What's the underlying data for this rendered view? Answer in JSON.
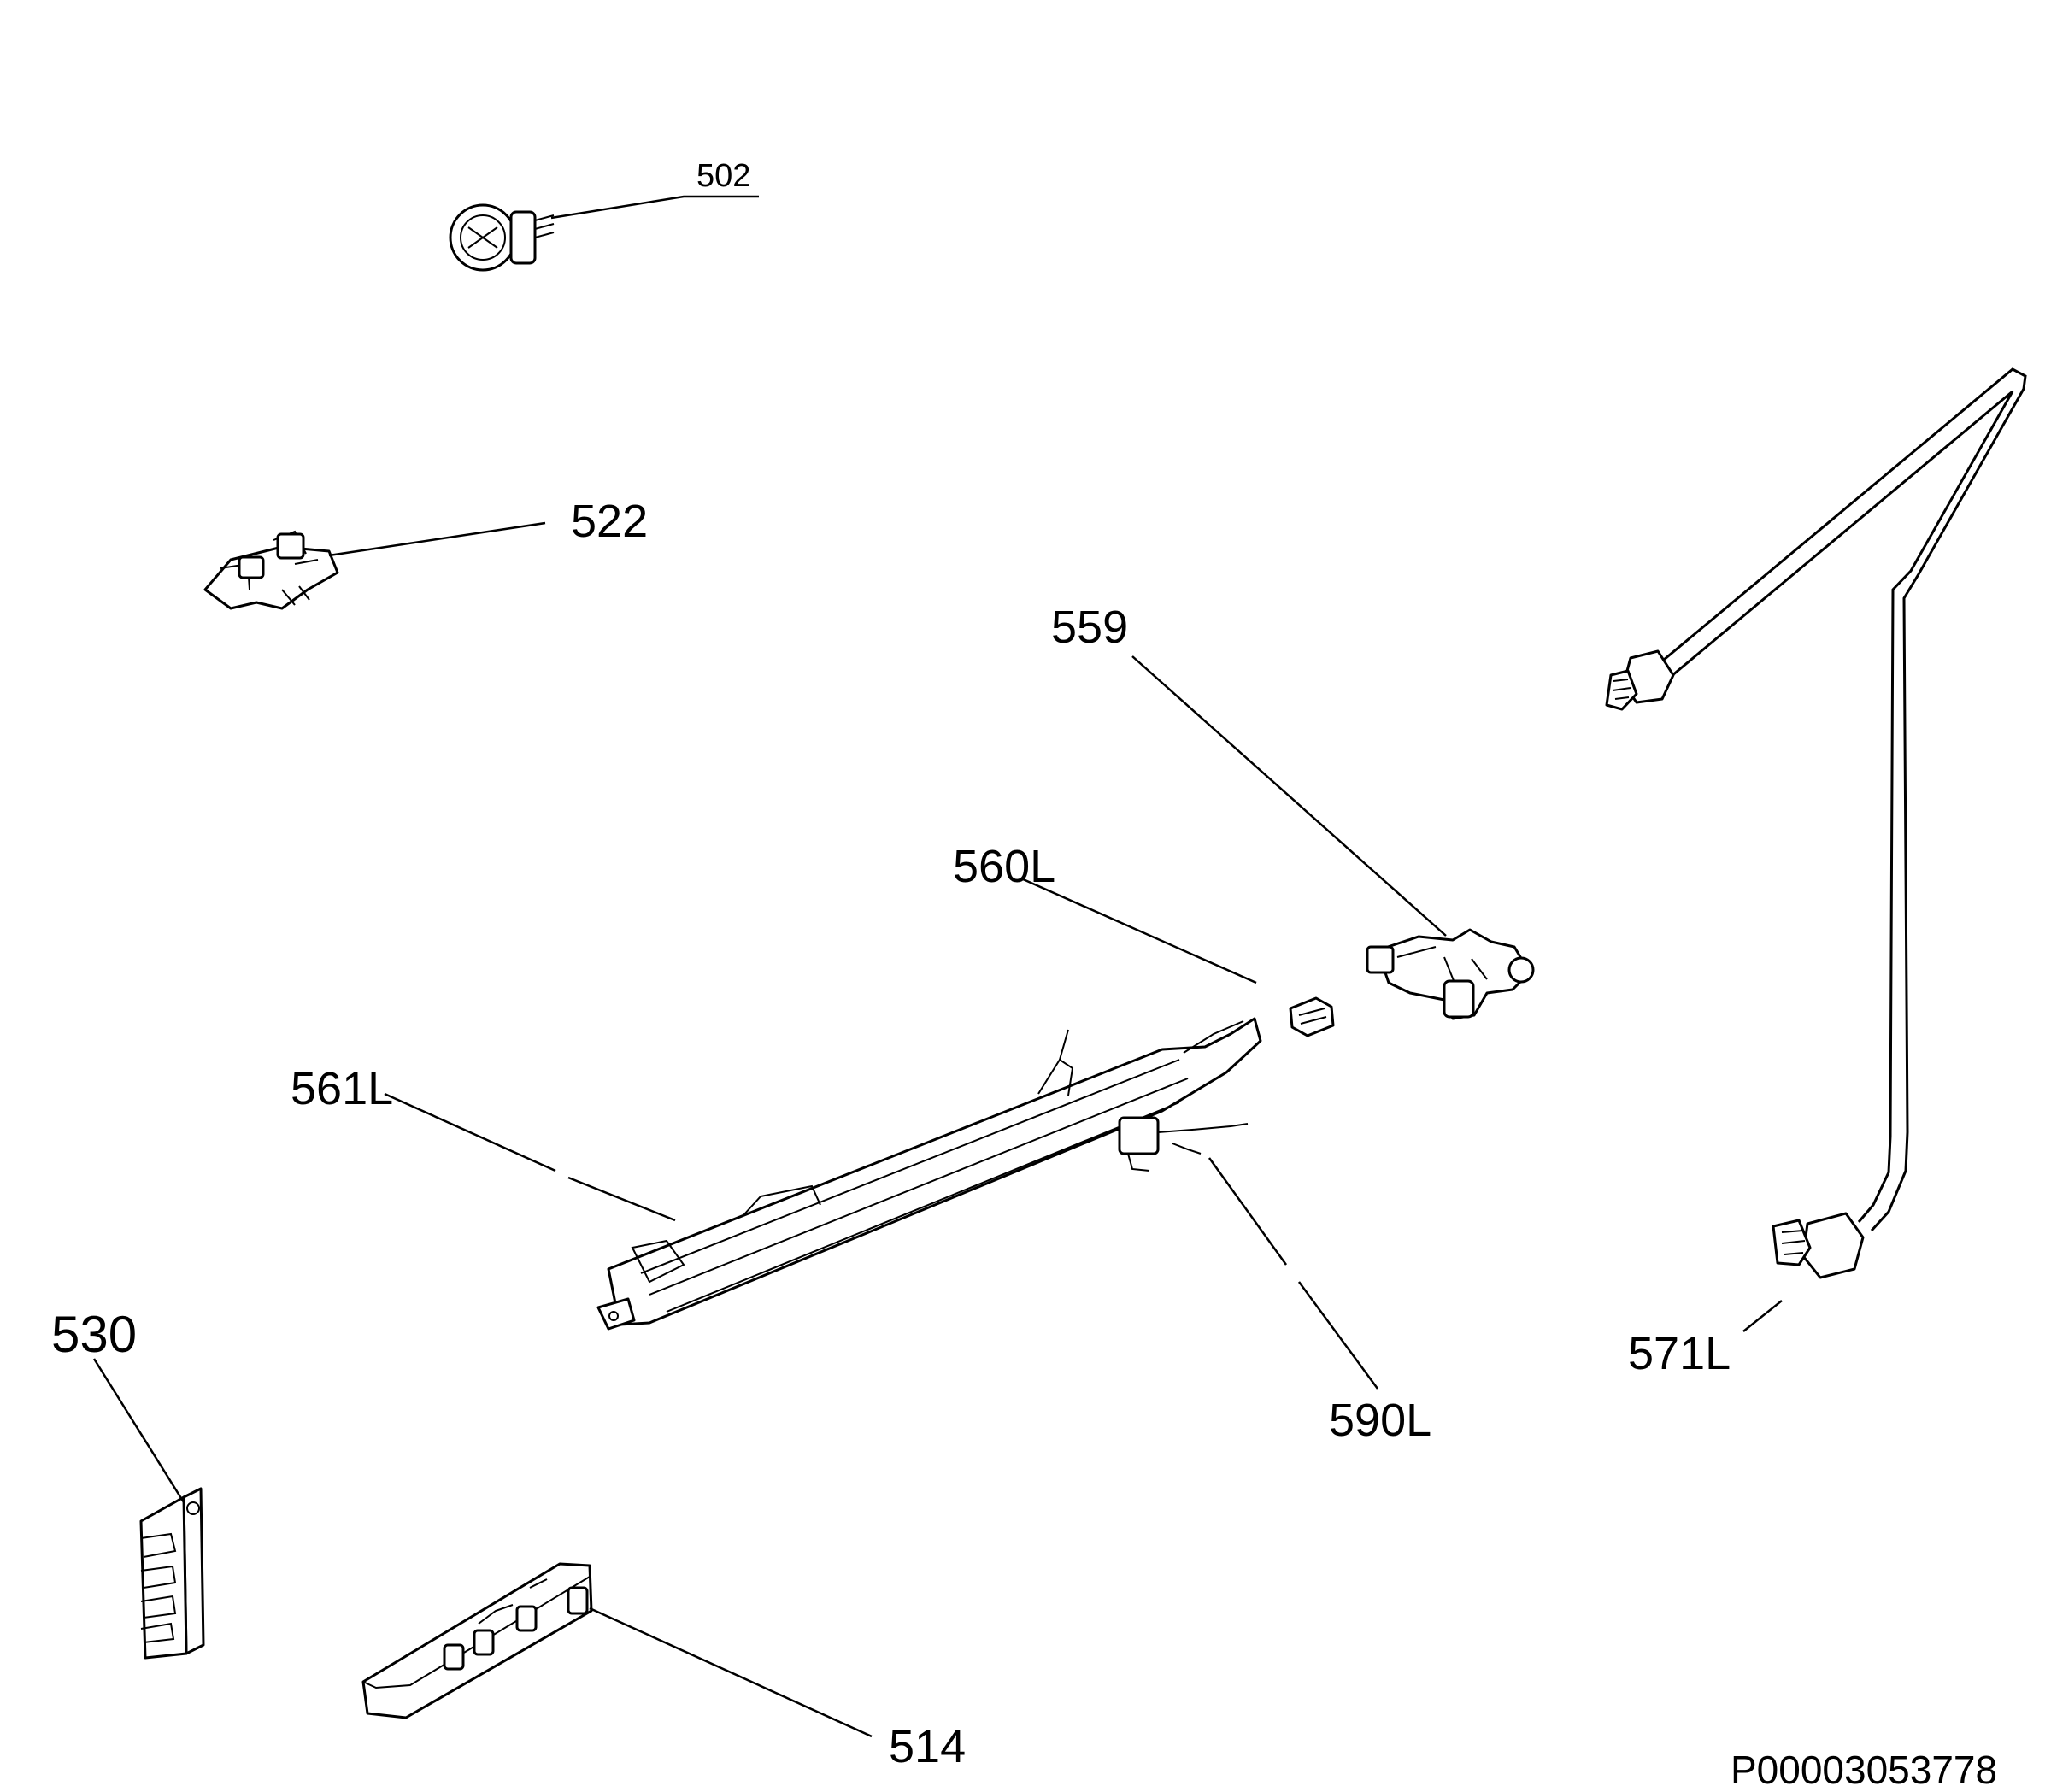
{
  "diagram": {
    "parts": [
      {
        "id": "502"
      },
      {
        "id": "522"
      },
      {
        "id": "559"
      },
      {
        "id": "560L"
      },
      {
        "id": "561L"
      },
      {
        "id": "530"
      },
      {
        "id": "590L"
      },
      {
        "id": "571L"
      },
      {
        "id": "514"
      }
    ],
    "reference": "P00003053778"
  }
}
